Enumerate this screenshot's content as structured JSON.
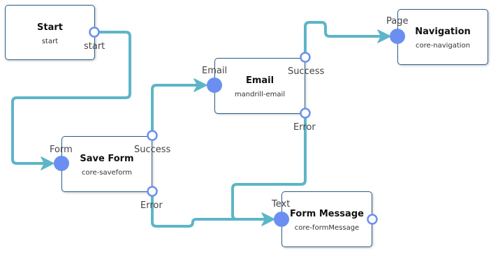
{
  "colors": {
    "connector": "#5db5c8",
    "input_port": "#6b8ff0",
    "output_port_stroke": "#6b8ff0",
    "node_border": "#2f5f8a"
  },
  "nodes": {
    "start": {
      "title": "Start",
      "subtitle": "start",
      "port_out": "start"
    },
    "save_form": {
      "title": "Save Form",
      "subtitle": "core-saveform",
      "port_in": "Form",
      "port_success": "Success",
      "port_error": "Error"
    },
    "email": {
      "title": "Email",
      "subtitle": "mandrill-email",
      "port_in": "Email",
      "port_success": "Success",
      "port_error": "Error"
    },
    "navigation": {
      "title": "Navigation",
      "subtitle": "core-navigation",
      "port_in": "Page"
    },
    "form_message": {
      "title": "Form Message",
      "subtitle": "core-formMessage",
      "port_in": "Text"
    }
  },
  "connections": [
    {
      "from": "start.start",
      "to": "save_form.Form"
    },
    {
      "from": "save_form.Success",
      "to": "email.Email"
    },
    {
      "from": "save_form.Error",
      "to": "form_message.Text"
    },
    {
      "from": "email.Success",
      "to": "navigation.Page"
    },
    {
      "from": "email.Error",
      "to": "form_message.Text"
    }
  ]
}
